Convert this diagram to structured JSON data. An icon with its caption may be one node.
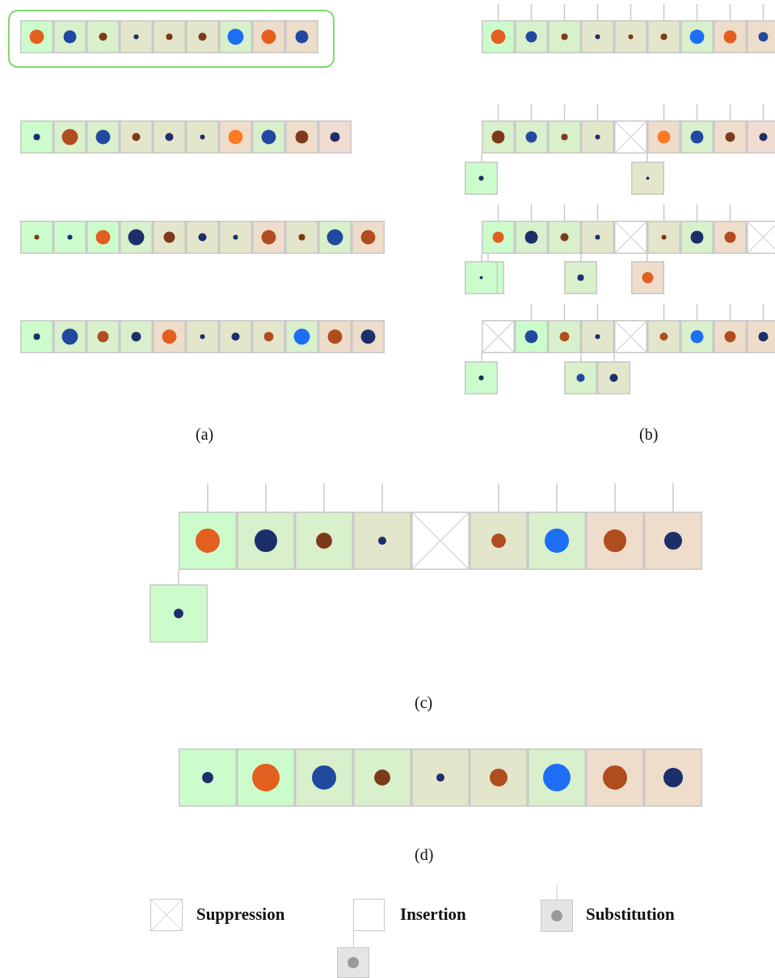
{
  "diagram": {
    "labels": [
      "(a)",
      "(b)",
      "(c)",
      "(d)"
    ],
    "legend": [
      {
        "text": "Suppression"
      },
      {
        "text": "Insertion"
      },
      {
        "text": "Substitution"
      }
    ]
  }
}
